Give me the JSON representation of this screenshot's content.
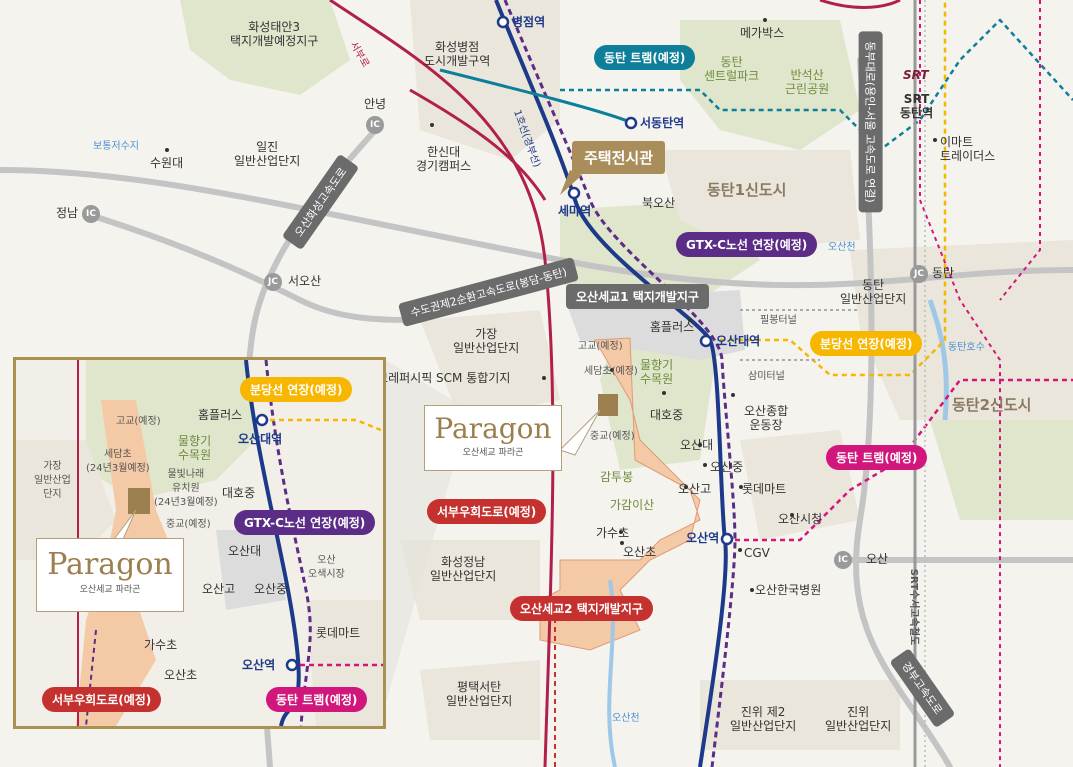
{
  "places": {
    "hwaseong_taean": "화성태안3\n택지개발예정지구",
    "hwaseong_byeongjeom": "화성병점\n도시개발구역",
    "megabox": "메가박스",
    "dongtan_central_park": "동탄\n센트럴파크",
    "banseoksan": "반석산\n근린공원",
    "boton_reservoir": "보통저수지",
    "suwondae": "수원대",
    "iljin": "일진\n일반산업단지",
    "hanshin": "한신대\n경기캠퍼스",
    "emart": "이마트\n트레이더스",
    "dongtan1": "동탄1신도시",
    "bukosan": "북오산",
    "osancheon_top": "오산천",
    "dongtan_industrial": "동탄\n일반산업단지",
    "gajang": "가장\n일반산업단지",
    "amore": "아모레퍼시픽 SCM 통합기지",
    "homeplus": "홈플러스",
    "pilbong_tunnel": "필봉터널",
    "samicheon_tunnel": "삼미터널",
    "mulhyanggi": "물향기\n수목원",
    "daehoJH": "대호중",
    "osan_sports": "오산종합\n운동장",
    "dongtan_lake": "동탄호수",
    "dongtan2": "동탄2신도시",
    "gogyo": "고교(예정)",
    "sedamcho": "세담초(예정)",
    "junggyo": "중교(예정)",
    "osandae": "오산대",
    "osanjung": "오산중",
    "osango": "오산고",
    "gamtubong": "감투봉",
    "gagamisan": "가감이산",
    "lottemart": "롯데마트",
    "osan_cityhall": "오산시청",
    "gasucho": "가수초",
    "osancho": "오산초",
    "cgv": "CGV",
    "osan_hospital": "오산한국병원",
    "osan": "오산",
    "hwaseong_jeongnam": "화성정남\n일반산업단지",
    "pyeongtaek": "평택서탄\n일반산업단지",
    "jinwi2": "진위 제2\n일반산업단지",
    "jinwi": "진위\n일반산업단지",
    "osancheon_bottom": "오산천",
    "jeongnam": "정남",
    "anyeong": "안녕",
    "seo_osan": "서오산",
    "dongtan_ic": "동탄"
  },
  "stations": {
    "byeongjeom": "병점역",
    "seodongtan": "서동탄역",
    "sema": "세마역",
    "osandae": "오산대역",
    "osan": "오산역",
    "srt_dongtan": "SRT\n동탄역"
  },
  "roads": {
    "saebuk": "서부로",
    "line1": "1호선(경부선)",
    "osan_hwaseong": "오산화성고속도로",
    "capital_ring": "수도권제2순환고속도로(봉담-동탄)",
    "dongbu_expressway": "동부대로(용인-서울 고속도로 연결)",
    "srt_line": "SRT수서고속철도",
    "gyeongbu": "경부고속도로"
  },
  "callouts": {
    "showroom": "주택전시관",
    "dongtan_tram_top": "동탄 트램(예정)",
    "gtx_c": "GTX-C노선 연장(예정)",
    "osan_segyo1": "오산세교1 택지개발지구",
    "bundang_ext": "분당선 연장(예정)",
    "dongtan_tram_right": "동탄 트램(예정)",
    "seobu_uhoe": "서부우회도로(예정)",
    "osan_segyo2": "오산세교2 택지개발지구"
  },
  "ic_label": "IC",
  "jc_label": "JC",
  "srt_logo": "SRT",
  "brand": {
    "name": "Paragon",
    "sub": "오산세교 파라곤"
  },
  "inset": {
    "bundang_ext": "분당선 연장(예정)",
    "homeplus": "홈플러스",
    "osandae_station": "오산대역",
    "gogyo": "고교(예정)",
    "mulhyanggi": "물향기\n수목원",
    "gajang": "가장\n일반산업\n단지",
    "sedamcho": "세담초\n(24년3월예정)",
    "mulbit": "물빛나래\n유치원\n(24년3월예정)",
    "daehoJH": "대호중",
    "junggyo": "중교(예정)",
    "gtx_c": "GTX-C노선 연장(예정)",
    "osandae": "오산대",
    "osan_market": "오산\n오색시장",
    "osango": "오산고",
    "osanjung": "오산중",
    "lottemart": "롯데마트",
    "gasucho": "가수초",
    "osancho": "오산초",
    "osan_station": "오산역",
    "seobu_uhoe": "서부우회도로(예정)",
    "dongtan_tram": "동탄 트램(예정)"
  },
  "colors": {
    "line1": "#1d3a8a",
    "gtx_c": "#5b2d86",
    "tram": "#0e7f9a",
    "bundang": "#f7b600",
    "magenta": "#d1177b",
    "road_red": "#b0204a",
    "highway": "#b9b9b9",
    "green": "#d7e2c0",
    "district": "#f2c9a6"
  }
}
